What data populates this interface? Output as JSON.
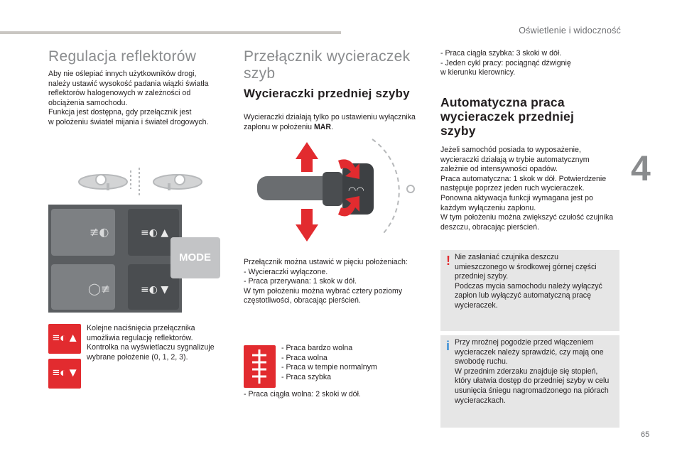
{
  "header": {
    "section": "Oświetlenie i widoczność",
    "chapter": "4",
    "page": "65"
  },
  "col1": {
    "title": "Regulacja reflektorów",
    "intro": "Aby nie oślepiać innych użytkowników drogi,\nnależy ustawić wysokość padania wiązki światła\nreflektorów halogenowych w zależności od\nobciążenia samochodu.\nFunkcja jest dostępna, gdy przełącznik jest\nw położeniu świateł mijania i świateł drogowych.",
    "mode_label": "MODE",
    "indicator_text": "Kolejne naciśnięcia przełącznika\numożliwia regulację reflektorów.\nKontrolka na wyświetlaczu sygnalizuje\nwybrane położenie (0, 1, 2, 3)."
  },
  "col2": {
    "title": "Przełącznik wycieraczek\nszyb",
    "subtitle": "Wycieraczki przedniej szyby",
    "intro_pre": "Wycieraczki działają tylko po ustawieniu wyłącznika\nzapłonu w położeniu ",
    "intro_bold": "MAR",
    "intro_post": ".",
    "positions": "Przełącznik można ustawić w pięciu położeniach:\n-   Wycieraczki wyłączone.\n-   Praca przerywana: 1 skok w dół.\nW tym położeniu można wybrać cztery poziomy\nczęstotliwości, obracając pierścień.",
    "speeds": "-   Praca bardzo wolna\n-   Praca wolna\n-   Praca w tempie normalnym\n-   Praca szybka",
    "continuous_slow": "-   Praca ciągła wolna: 2 skoki w dół."
  },
  "col3": {
    "continuous_fast": "-   Praca ciągła szybka: 3 skoki w dół.\n-   Jeden cykl pracy: pociągnąć dźwignię\n     w kierunku kierownicy.",
    "title": "Automatyczna praca\nwycieraczek przedniej\nszyby",
    "body": "Jeżeli samochód posiada to wyposażenie,\nwycieraczki działają w trybie automatycznym\nzależnie od intensywności opadów.\nPraca automatyczna: 1 skok w dół. Potwierdzenie\nnastępuje poprzez jeden ruch wycieraczek.\nPonowna aktywacja funkcji wymagana jest po\nkażdym wyłączeniu zapłonu.\nW tym położeniu można zwiększyć czułość czujnika\ndeszczu, obracając pierścień.",
    "warning": "Nie zasłaniać czujnika deszczu\numieszczonego w środkowej górnej części\nprzedniej szyby.\nPodczas mycia samochodu należy wyłączyć\nzapłon lub wyłączyć automatyczną pracę\nwycieraczek.",
    "info": "Przy mroźnej pogodzie przed włączeniem\nwycieraczek należy sprawdzić, czy mają one\nswobodę ruchu.\nW przednim zderzaku znajduje się stopień,\nktóry ułatwia dostęp do przedniej szyby w celu\nusunięcia śniegu nagromadzonego na piórach\nwycieraczkach.",
    "warning_mark": "!",
    "info_mark": "i"
  },
  "colors": {
    "accent_red": "#e22b2f",
    "info_blue": "#3b8fd6",
    "grey_heading": "#8a8c8e"
  }
}
